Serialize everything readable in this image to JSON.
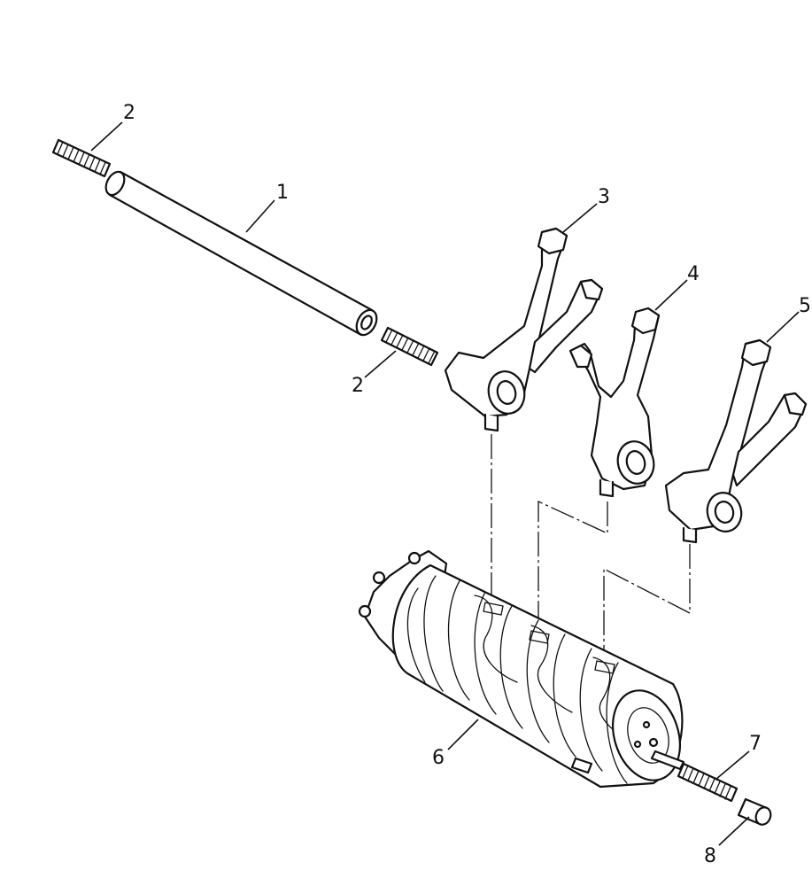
{
  "diagram": {
    "callouts": [
      {
        "id": "c2a",
        "label": "2"
      },
      {
        "id": "c1",
        "label": "1"
      },
      {
        "id": "c3",
        "label": "3"
      },
      {
        "id": "c4",
        "label": "4"
      },
      {
        "id": "c5",
        "label": "5"
      },
      {
        "id": "c2b",
        "label": "2"
      },
      {
        "id": "c6",
        "label": "6"
      },
      {
        "id": "c7",
        "label": "7"
      },
      {
        "id": "c8",
        "label": "8"
      }
    ],
    "colors": {
      "line": "#111111",
      "background": "#ffffff"
    }
  }
}
